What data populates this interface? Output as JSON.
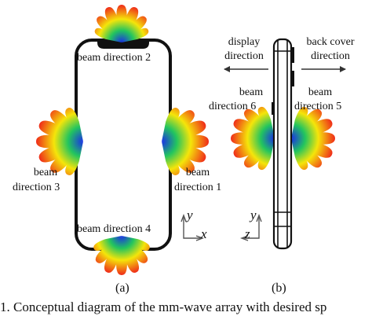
{
  "colors": {
    "beam_center": "#1a2fe8",
    "beam_mid": "#22c55e",
    "beam_mid2": "#f5e50a",
    "beam_edge": "#ef2a1a",
    "outline": "#111111"
  },
  "labels": {
    "beam2": "beam direction 2",
    "beam4": "beam direction 4",
    "beam3_l1": "beam",
    "beam3_l2": "direction 3",
    "beam1_l1": "beam",
    "beam1_l2": "direction 1",
    "beam6_l1": "beam",
    "beam6_l2": "direction 6",
    "beam5_l1": "beam",
    "beam5_l2": "direction 5",
    "display_l1": "display",
    "display_l2": "direction",
    "back_l1": "back cover",
    "back_l2": "direction",
    "axis_a_y": "y",
    "axis_a_x": "x",
    "axis_b_y": "y",
    "axis_b_z": "z",
    "panel_a": "(a)",
    "panel_b": "(b)"
  },
  "caption": "1.    Conceptual diagram of the mm-wave array with desired sp"
}
